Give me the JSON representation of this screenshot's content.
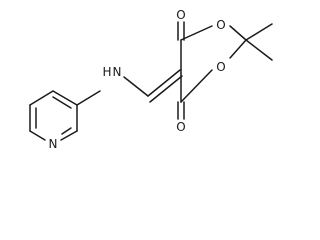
{
  "diagram": {
    "atoms": {
      "o_top_carbonyl": "O",
      "o_bottom_carbonyl": "O",
      "o_ring_top": "O",
      "o_ring_bottom": "O",
      "nh": "H",
      "nh_n": "N",
      "n_pyridine": "N"
    }
  }
}
